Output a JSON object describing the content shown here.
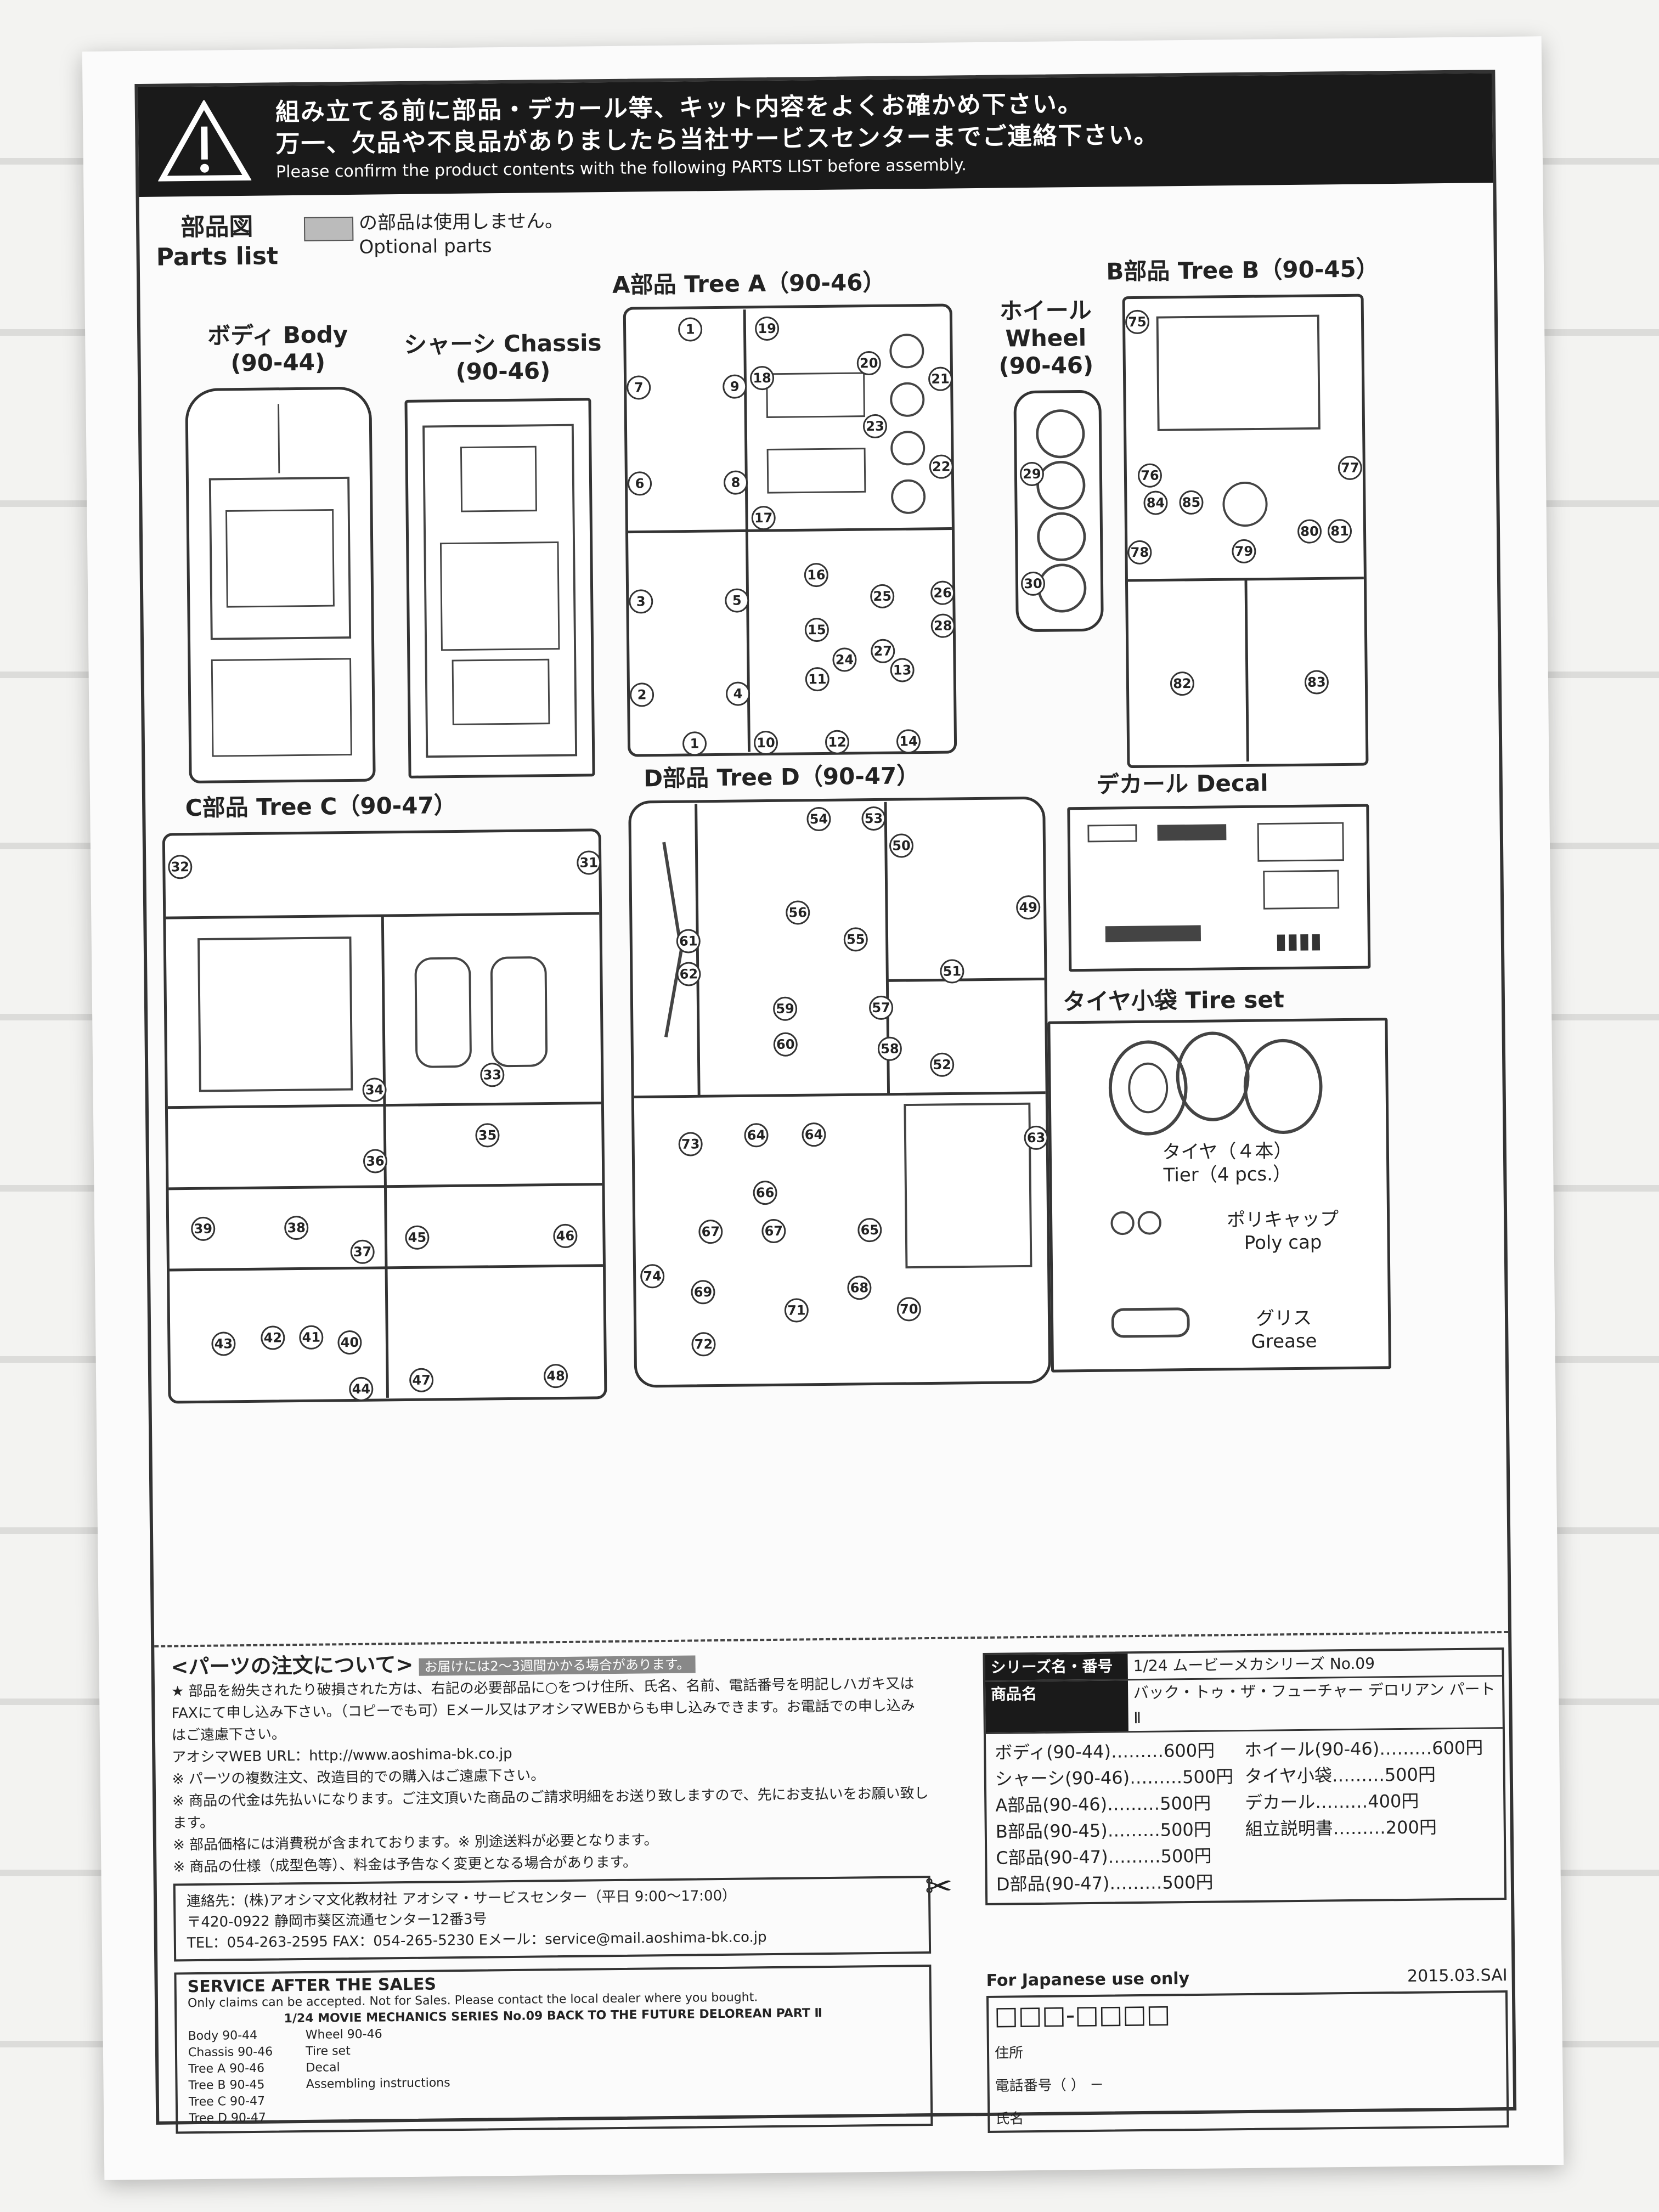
{
  "warning": {
    "line1": "組み立てる前に部品・デカール等、キット内容をよくお確かめ下さい。",
    "line2": "万一、欠品や不良品がありましたら当社サービスセンターまでご連絡下さい。",
    "line3": "Please confirm the product contents with the following PARTS LIST before assembly."
  },
  "parts_list": {
    "title_jp": "部品図",
    "title_en": "Parts list",
    "optional_jp": "の部品は使用しません。",
    "optional_en": "Optional parts"
  },
  "sections": {
    "body": "ボディ Body",
    "body_code": "(90-44)",
    "chassis": "シャーシ Chassis",
    "chassis_code": "(90-46)",
    "tree_a": "A部品 Tree A（90-46）",
    "wheel": "ホイール",
    "wheel_en": "Wheel",
    "wheel_code": "(90-46)",
    "tree_b": "B部品 Tree B（90-45）",
    "tree_c": "C部品 Tree C（90-47）",
    "tree_d": "D部品 Tree D（90-47）",
    "decal": "デカール Decal",
    "tire_set": "タイヤ小袋 Tire set",
    "tire_jp": "タイヤ（４本）",
    "tire_en": "Tier（4 pcs.）",
    "polycap_jp": "ポリキャップ",
    "polycap_en": "Poly cap",
    "grease_jp": "グリス",
    "grease_en": "Grease"
  },
  "tree_a_nums": [
    "1",
    "19",
    "7",
    "9",
    "18",
    "20",
    "21",
    "23",
    "22",
    "6",
    "8",
    "17",
    "3",
    "5",
    "16",
    "15",
    "25",
    "26",
    "28",
    "27",
    "24",
    "13",
    "2",
    "4",
    "11",
    "1",
    "10",
    "12",
    "14"
  ],
  "tree_b_nums": [
    "75",
    "76",
    "77",
    "84",
    "85",
    "78",
    "79",
    "80",
    "81",
    "82",
    "83"
  ],
  "wheel_nums": [
    "29",
    "30"
  ],
  "tree_c_nums": [
    "32",
    "31",
    "34",
    "33",
    "36",
    "35",
    "39",
    "38",
    "37",
    "45",
    "46",
    "43",
    "42",
    "41",
    "40",
    "47",
    "48",
    "44"
  ],
  "tree_d_nums": [
    "54",
    "53",
    "50",
    "56",
    "55",
    "49",
    "61",
    "62",
    "51",
    "59",
    "57",
    "60",
    "58",
    "52",
    "73",
    "64",
    "64",
    "63",
    "66",
    "67",
    "67",
    "65",
    "74",
    "69",
    "68",
    "71",
    "70",
    "72"
  ],
  "order": {
    "heading": "<パーツの注文について>",
    "note": "お届けには2〜3週間かかる場合があります。",
    "p1": "★ 部品を紛失されたり破損された方は、右記の必要部品に○をつけ住所、氏名、名前、電話番号を明記しハガキ又はFAXにて申し込み下さい。（コピーでも可）Eメール又はアオシマWEBからも申し込みできます。お電話での申し込みはご遠慮下さい。",
    "web": "アオシマWEB  URL：http://www.aoshima-bk.co.jp",
    "n1": "※ パーツの複数注文、改造目的での購入はご遠慮下さい。",
    "n2": "※ 商品の代金は先払いになります。ご注文頂いた商品のご請求明細をお送り致しますので、先にお支払いをお願い致します。",
    "n3": "※ 部品価格には消費税が含まれております。※ 別途送料が必要となります。",
    "n4": "※ 商品の仕様（成型色等）、料金は予告なく変更となる場合があります。"
  },
  "contact": {
    "l1": "連絡先：(株)アオシマ文化教材社 アオシマ・サービスセンター（平日 9:00〜17:00）",
    "l2": "〒420-0922  静岡市葵区流通センター12番3号",
    "l3": "TEL：054-263-2595   FAX：054-265-5230   Eメール：service@mail.aoshima-bk.co.jp"
  },
  "service": {
    "title": "SERVICE AFTER THE SALES",
    "sub": "Only claims can be accepted. Not for Sales. Please contact the local dealer where you bought.",
    "series": "1/24 MOVIE MECHANICS SERIES No.09 BACK TO THE FUTURE DELOREAN PART Ⅱ",
    "col1": [
      "Body 90-44",
      "Chassis 90-46",
      "Tree A 90-46",
      "Tree B 90-45",
      "Tree C 90-47",
      "Tree D 90-47"
    ],
    "col2": [
      "Wheel 90-46",
      "Tire set",
      "Decal",
      "Assembling instructions"
    ]
  },
  "price": {
    "series_k": "シリーズ名・番号",
    "series_v": "1/24 ムービーメカシリーズ No.09",
    "name_k": "商品名",
    "name_v": "バック・トゥ・ザ・フューチャー デロリアン パートⅡ",
    "items": [
      "ボディ(90-44)………600円",
      "ホイール(90-46)………600円",
      "シャーシ(90-46)………500円",
      "タイヤ小袋………500円",
      "A部品(90-46)………500円",
      "デカール………400円",
      "B部品(90-45)………500円",
      "組立説明書………200円",
      "C部品(90-47)………500円",
      "",
      "D部品(90-47)………500円",
      ""
    ]
  },
  "japan": {
    "title": "For Japanese use only",
    "code": "2015.03.SAI",
    "zip": "□□□-□□□□",
    "addr": "住所",
    "tel": "電話番号（          ）          －",
    "name": "氏名"
  }
}
